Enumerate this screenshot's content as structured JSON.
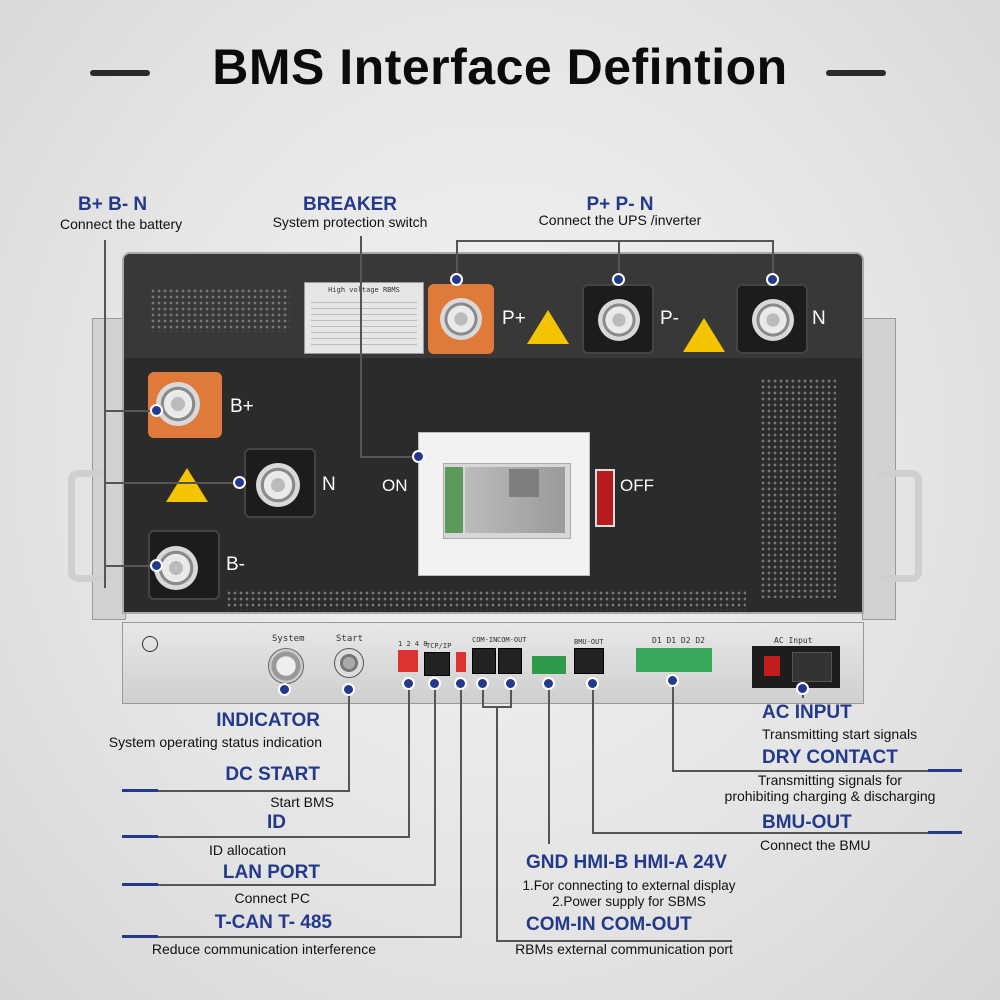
{
  "title": "BMS Interface Defintion",
  "unit": {
    "label_plate_title": "High voltage RBMS",
    "terminals": {
      "p_plus": "P+",
      "p_minus": "P-",
      "n_top": "N",
      "b_plus": "B+",
      "n_left": "N",
      "b_minus": "B-"
    },
    "breaker": {
      "on": "ON",
      "off": "OFF"
    },
    "front": {
      "system": "System",
      "start": "Start",
      "dip": "1 2 4 8",
      "tcpip": "TCP/IP",
      "com_in": "COM-IN",
      "com_out": "COM-OUT",
      "bmu_out": "BMU-OUT",
      "dry": "D1 D1 D2 D2",
      "ac": "AC Input"
    }
  },
  "callouts": {
    "battery": {
      "title": "B+ B- N",
      "desc": "Connect the battery"
    },
    "breaker": {
      "title": "BREAKER",
      "desc": "System protection switch"
    },
    "ups": {
      "title": "P+ P- N",
      "desc": "Connect the UPS /inverter"
    },
    "indicator": {
      "title": "INDICATOR",
      "desc": "System operating status indication"
    },
    "dc_start": {
      "title": "DC START",
      "desc": "Start BMS"
    },
    "id": {
      "title": "ID",
      "desc": "ID allocation"
    },
    "lan": {
      "title": "LAN PORT",
      "desc": "Connect PC"
    },
    "tcan": {
      "title": "T-CAN T- 485",
      "desc": "Reduce communication interference"
    },
    "hmi": {
      "title": "GND HMI-B HMI-A 24V",
      "desc1": "1.For connecting to external display",
      "desc2": "2.Power supply for SBMS"
    },
    "com": {
      "title": "COM-IN COM-OUT",
      "desc": "RBMs external communication port"
    },
    "ac": {
      "title": "AC INPUT",
      "desc": "Transmitting start signals"
    },
    "dry": {
      "title": "DRY CONTACT",
      "desc1": "Transmitting signals for",
      "desc2": "prohibiting charging & discharging"
    },
    "bmu": {
      "title": "BMU-OUT",
      "desc": "Connect the BMU"
    }
  },
  "colors": {
    "accent": "#233a8c",
    "panel": "#2b2b2b",
    "orange": "#e07a3a",
    "warning": "#f5c400"
  }
}
